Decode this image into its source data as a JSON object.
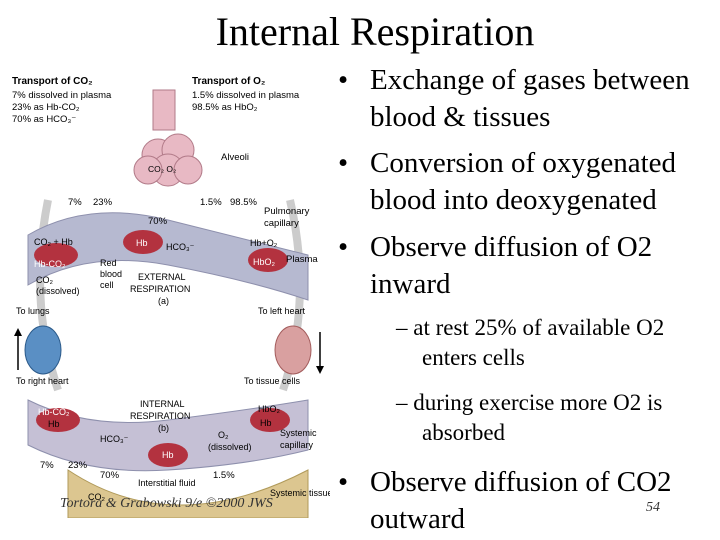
{
  "title": "Internal Respiration",
  "diagram": {
    "co2_header": "Transport of CO₂",
    "co2_lines": [
      "7% dissolved in plasma",
      "23% as Hb-CO₂",
      "70% as HCO₃⁻"
    ],
    "o2_header": "Transport of O₂",
    "o2_lines": [
      "1.5% dissolved in plasma",
      "98.5% as HbO₂"
    ],
    "alveoli": "Alveoli",
    "co2_o2": "CO₂  O₂",
    "pct_7": "7%",
    "pct_23": "23%",
    "pct_70": "70%",
    "pct_1_5": "1.5%",
    "pct_98_5": "98.5%",
    "pulmonary_capillary": [
      "Pulmonary",
      "capillary"
    ],
    "plasma": "Plasma",
    "co2_hb": "CO₂ + Hb",
    "hb_co2": "Hb-CO₂",
    "co2_dissolved": [
      "CO₂",
      "(dissolved)"
    ],
    "hb": "Hb",
    "hco3": "HCO₃⁻",
    "hb_o2": "Hb+O₂",
    "hbo2": "HbO₂",
    "rbc": [
      "Red",
      "blood",
      "cell"
    ],
    "external_resp": [
      "EXTERNAL",
      "RESPIRATION",
      "(a)"
    ],
    "to_lungs": "To lungs",
    "to_left_heart": "To left heart",
    "to_right_heart": "To right heart",
    "to_tissue_cells": "To tissue cells",
    "internal_resp": [
      "INTERNAL",
      "RESPIRATION",
      "(b)"
    ],
    "o2_dissolved": [
      "O₂",
      "(dissolved)"
    ],
    "systemic_capillary": [
      "Systemic",
      "capillary"
    ],
    "interstitial": "Interstitial fluid",
    "systemic_tissue": "Systemic tissue cell",
    "co2": "CO₂"
  },
  "bullets": [
    {
      "lines": [
        "Exchange of gases between",
        "blood & tissues"
      ]
    },
    {
      "lines": [
        "Conversion of oxygenated",
        "blood into deoxygenated"
      ]
    },
    {
      "lines": [
        "Observe diffusion of O2",
        "inward"
      ]
    }
  ],
  "sub_bullets": [
    {
      "lines": [
        "at rest 25% of available O2",
        "enters cells"
      ]
    },
    {
      "lines": [
        "during exercise more O2 is",
        "absorbed"
      ]
    }
  ],
  "bullet4": {
    "lines": [
      "Observe diffusion of CO2",
      "outward"
    ]
  },
  "credit": "Tortora & Grabowski 9/e ©2000 JWS",
  "page_number": "54",
  "colors": {
    "vessel_top": "#a9aec9",
    "vessel_bottom": "#c9c4d6",
    "rbc": "#b3323f",
    "cell": "#dcc690",
    "alveoli": "#e8b9c4"
  }
}
